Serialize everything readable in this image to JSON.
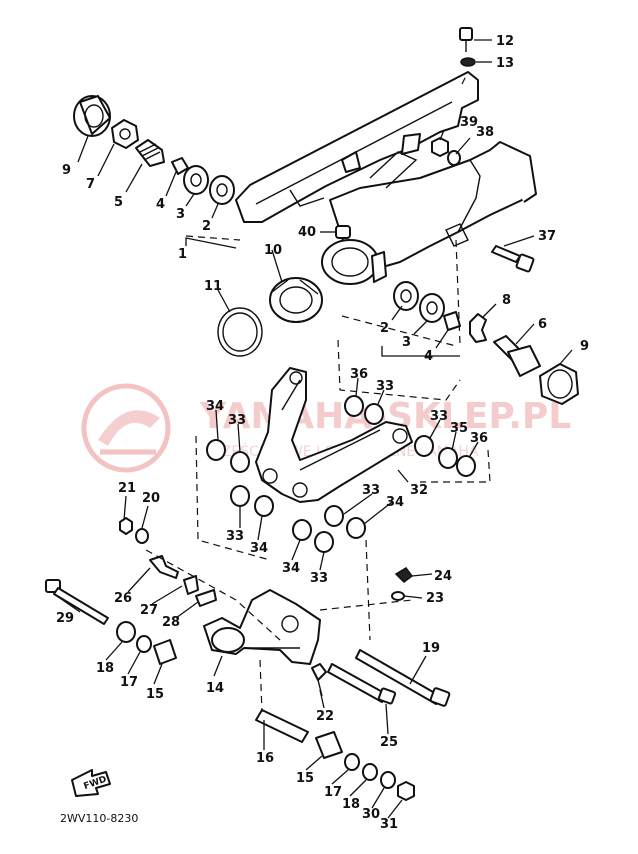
{
  "diagram": {
    "drawing_code": "2WV110-8230",
    "direction_label": "FWD",
    "watermark": {
      "title": "YAMAHA-SKLEP.PL",
      "subtitle": "CZĘŚCI NOWE I ORYGINALNE YAMAHA"
    },
    "callouts": [
      "1",
      "2",
      "3",
      "4",
      "5",
      "6",
      "7",
      "8",
      "9",
      "10",
      "11",
      "12",
      "13",
      "14",
      "15",
      "16",
      "17",
      "18",
      "19",
      "20",
      "21",
      "22",
      "23",
      "24",
      "25",
      "26",
      "27",
      "28",
      "29",
      "30",
      "31",
      "32",
      "33",
      "34",
      "35",
      "36",
      "37",
      "38",
      "39",
      "40"
    ]
  }
}
